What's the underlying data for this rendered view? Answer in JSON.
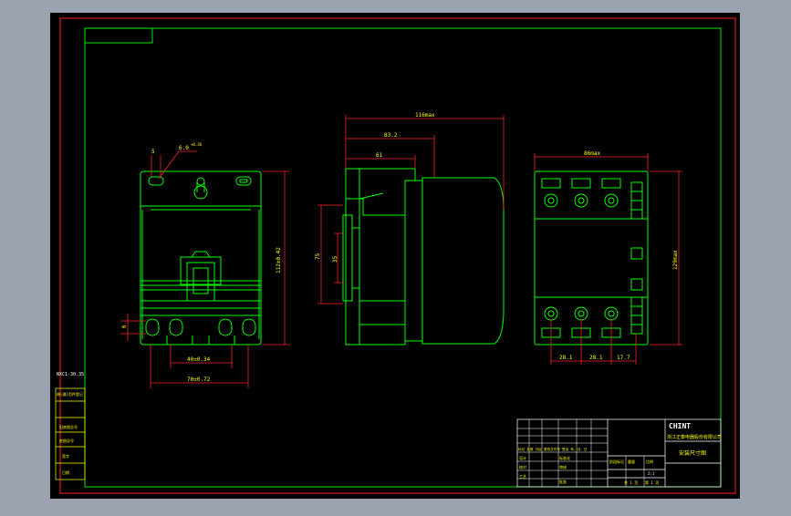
{
  "colors": {
    "window_bg": "#9aa3af",
    "canvas_bg": "#000000",
    "frame_border": "#ff2020",
    "geometry": "#00ff00",
    "dimension": "#ff2020",
    "text_yellow": "#ffff00",
    "text_white": "#ffffff"
  },
  "dimensions": {
    "front_hole_dia": "6.0",
    "front_hole_tol": "+0.36",
    "front_top_small": "5",
    "front_height": "112±0.42",
    "front_side_small": "6",
    "front_width_inner": "40±0.34",
    "front_width_outer": "70±0.72",
    "side_total": "116max",
    "side_mid": "83.2",
    "side_short": "61",
    "side_height_a": "75",
    "side_height_b": "35",
    "rear_width": "86max",
    "rear_height": "129max",
    "rear_pitch_1": "28.1",
    "rear_pitch_2": "28.1",
    "rear_pitch_3": "17.7"
  },
  "left_notes": [
    "NXC1-30.35",
    "借(通)用件登记",
    "旧底图总号",
    "底图总号",
    "签字",
    "日期"
  ],
  "title_block": {
    "brand": "CHINT",
    "company": "浙江正泰电器股份有限公司",
    "drawing_title": "安装尺寸图",
    "revision_cols": "标记 处数 分区 更改文件号 签名 年、月、日",
    "design_row": "设计",
    "standard_row": "标准化",
    "check_row": "校对",
    "review_row": "审核",
    "craft_row": "工艺",
    "approve_row": "批准",
    "stage_label": "阶段标记",
    "weight_label": "重量",
    "scale_label": "比例",
    "scale_value": "2:1",
    "sheet_total": "共 1 页",
    "sheet_no": "第 1 页"
  }
}
